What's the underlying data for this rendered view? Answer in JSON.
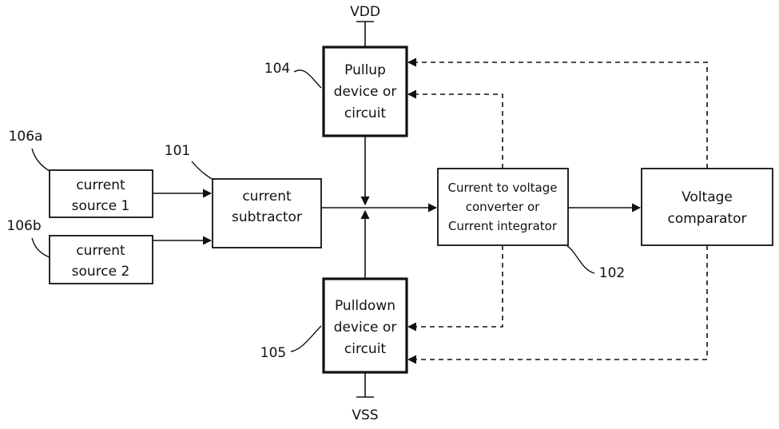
{
  "rails": {
    "vdd": "VDD",
    "vss": "VSS"
  },
  "blocks": {
    "pullup": {
      "lines": [
        "Pullup",
        "device or",
        "circuit"
      ],
      "ref": "104"
    },
    "pulldown": {
      "lines": [
        "Pulldown",
        "device or",
        "circuit"
      ],
      "ref": "105"
    },
    "source1": {
      "lines": [
        "current",
        "source 1"
      ],
      "ref": "106a"
    },
    "source2": {
      "lines": [
        "current",
        "source 2"
      ],
      "ref": "106b"
    },
    "subtractor": {
      "lines": [
        "current",
        "subtractor"
      ],
      "ref": "101"
    },
    "converter": {
      "lines": [
        "Current to voltage",
        "converter or",
        "Current integrator"
      ],
      "ref": "102"
    },
    "comparator": {
      "lines": [
        "Voltage",
        "comparator"
      ]
    }
  }
}
